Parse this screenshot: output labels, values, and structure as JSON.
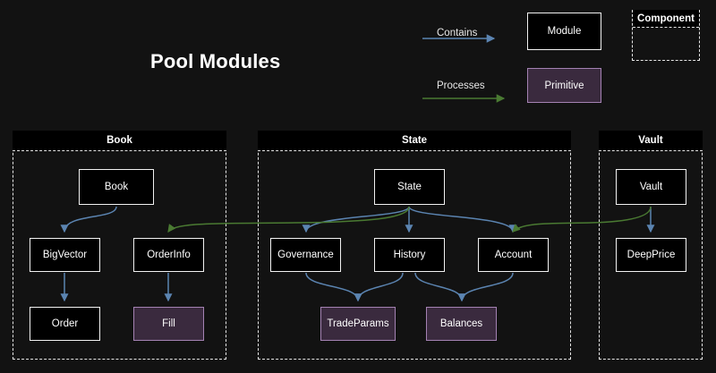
{
  "page": {
    "title": "Pool Modules",
    "background_color": "#121212"
  },
  "colors": {
    "contains_arrow": "#5b84b1",
    "processes_arrow": "#4a7a32",
    "module_fill": "#000000",
    "module_border": "#f2f2f2",
    "primitive_fill": "#3a2a3e",
    "primitive_border": "#a482b3",
    "component_border": "#e6e6e6",
    "text": "#ffffff"
  },
  "legend": {
    "contains_label": "Contains",
    "processes_label": "Processes",
    "module_label": "Module",
    "primitive_label": "Primitive",
    "component_label": "Component"
  },
  "components": [
    {
      "id": "book",
      "label": "Book"
    },
    {
      "id": "state",
      "label": "State"
    },
    {
      "id": "vault",
      "label": "Vault"
    }
  ],
  "nodes": {
    "book": {
      "label": "Book",
      "type": "module",
      "component": "Book"
    },
    "bigvector": {
      "label": "BigVector",
      "type": "module",
      "component": "Book"
    },
    "orderinfo": {
      "label": "OrderInfo",
      "type": "module",
      "component": "Book"
    },
    "order": {
      "label": "Order",
      "type": "module",
      "component": "Book"
    },
    "fill": {
      "label": "Fill",
      "type": "primitive",
      "component": "Book"
    },
    "state": {
      "label": "State",
      "type": "module",
      "component": "State"
    },
    "governance": {
      "label": "Governance",
      "type": "module",
      "component": "State"
    },
    "history": {
      "label": "History",
      "type": "module",
      "component": "State"
    },
    "account": {
      "label": "Account",
      "type": "module",
      "component": "State"
    },
    "tradeparams": {
      "label": "TradeParams",
      "type": "primitive",
      "component": "State"
    },
    "balances": {
      "label": "Balances",
      "type": "primitive",
      "component": "State"
    },
    "vault": {
      "label": "Vault",
      "type": "module",
      "component": "Vault"
    },
    "deepprice": {
      "label": "DeepPrice",
      "type": "module",
      "component": "Vault"
    }
  },
  "edges": [
    {
      "from": "book",
      "to": "bigvector",
      "kind": "contains"
    },
    {
      "from": "bigvector",
      "to": "order",
      "kind": "contains"
    },
    {
      "from": "orderinfo",
      "to": "fill",
      "kind": "contains"
    },
    {
      "from": "state",
      "to": "governance",
      "kind": "contains"
    },
    {
      "from": "state",
      "to": "history",
      "kind": "contains"
    },
    {
      "from": "state",
      "to": "account",
      "kind": "contains"
    },
    {
      "from": "governance",
      "to": "tradeparams",
      "kind": "contains"
    },
    {
      "from": "history",
      "to": "tradeparams",
      "kind": "contains"
    },
    {
      "from": "history",
      "to": "balances",
      "kind": "contains"
    },
    {
      "from": "account",
      "to": "balances",
      "kind": "contains"
    },
    {
      "from": "vault",
      "to": "deepprice",
      "kind": "contains"
    },
    {
      "from": "state",
      "to": "orderinfo",
      "kind": "processes"
    },
    {
      "from": "vault",
      "to": "account",
      "kind": "processes"
    }
  ]
}
